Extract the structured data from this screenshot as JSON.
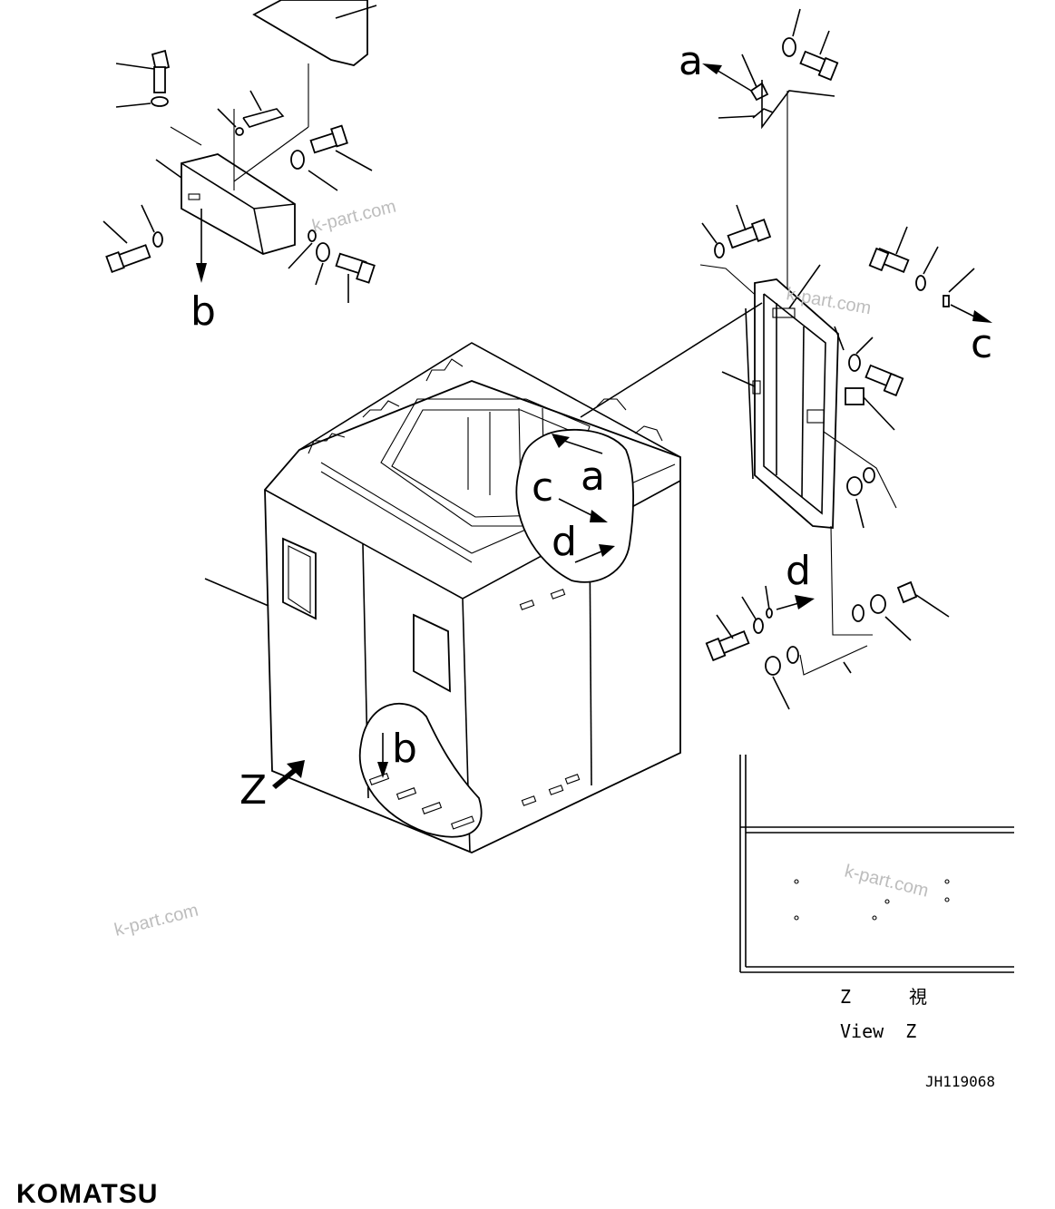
{
  "callouts": {
    "a_top": "a",
    "a_detail": "a",
    "b_left": "b",
    "b_detail": "b",
    "c_right": "c",
    "c_detail": "c",
    "d_panel": "d",
    "d_detail": "d",
    "z_view": "Z"
  },
  "view_caption": {
    "z_letter": "Z",
    "kanji": "視",
    "english": "View  Z"
  },
  "drawing_number": "JH119068",
  "logo": "KOMATSU",
  "watermark": "k-part.com"
}
